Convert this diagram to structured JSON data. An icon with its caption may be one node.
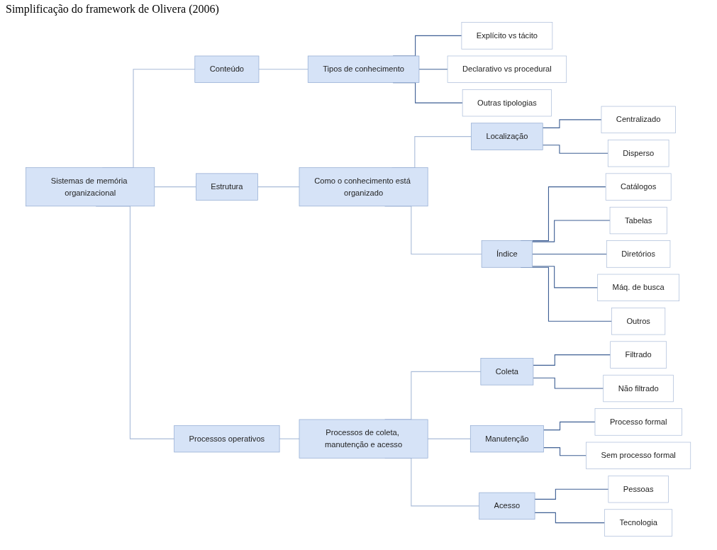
{
  "diagram": {
    "title": "Simplificação do framework de Olivera (2006)",
    "nodes": [
      {
        "text": [
          "Sistemas de memória organizacional"
        ]
      },
      {
        "text": [
          "Conteúdo"
        ]
      },
      {
        "text": [
          "Estrutura"
        ]
      },
      {
        "text": [
          "Processos operativos"
        ]
      },
      {
        "text": [
          "Tipos de conhecimento"
        ]
      },
      {
        "text": [
          "Explícito vs tácito"
        ]
      },
      {
        "text": [
          "Declarativo vs procedural"
        ]
      },
      {
        "text": [
          "Outras tipologias"
        ]
      },
      {
        "text": [
          "Como o conhecimento está organizado"
        ]
      },
      {
        "text": [
          "Localização"
        ]
      },
      {
        "text": [
          "Centralizado"
        ]
      },
      {
        "text": [
          "Disperso"
        ]
      },
      {
        "text": [
          "Índice"
        ]
      },
      {
        "text": [
          "Catálogos"
        ]
      },
      {
        "text": [
          "Tabelas"
        ]
      },
      {
        "text": [
          "Diretórios"
        ]
      },
      {
        "text": [
          "Máq. de busca"
        ]
      },
      {
        "text": [
          "Outros"
        ]
      },
      {
        "text": [
          "Processos de coleta, manutenção e acesso"
        ]
      },
      {
        "text": [
          "Coleta"
        ]
      },
      {
        "text": [
          "Filtrado"
        ]
      },
      {
        "text": [
          "Não filtrado"
        ]
      },
      {
        "text": [
          "Manutenção"
        ]
      },
      {
        "text": [
          "Processo formal"
        ]
      },
      {
        "text": [
          "Sem processo formal"
        ]
      },
      {
        "text": [
          "Acesso"
        ]
      },
      {
        "text": [
          "Pessoas"
        ]
      },
      {
        "text": [
          "Tecnologia"
        ]
      }
    ],
    "edges": [
      {
        "from": 0,
        "to": 1,
        "arrow": "none",
        "color": "#a9bbd8"
      },
      {
        "from": 0,
        "to": 2,
        "arrow": "none",
        "color": "#a9bbd8"
      },
      {
        "from": 0,
        "to": 3,
        "arrow": "none",
        "color": "#a9bbd8"
      },
      {
        "from": 1,
        "to": 4,
        "arrow": "none",
        "color": "#a9bbd8"
      },
      {
        "from": 4,
        "to": 5,
        "arrow": "none"
      },
      {
        "from": 4,
        "to": 6,
        "arrow": "none"
      },
      {
        "from": 4,
        "to": 7,
        "arrow": "none"
      },
      {
        "from": 2,
        "to": 8,
        "arrow": "none",
        "color": "#a9bbd8"
      },
      {
        "from": 8,
        "to": 9,
        "arrow": "none",
        "color": "#a9bbd8"
      },
      {
        "from": 9,
        "to": 10,
        "arrow": "none"
      },
      {
        "from": 9,
        "to": 11,
        "arrow": "none"
      },
      {
        "from": 8,
        "to": 12,
        "arrow": "none",
        "color": "#a9bbd8"
      },
      {
        "from": 12,
        "to": 13,
        "arrow": "none"
      },
      {
        "from": 12,
        "to": 14,
        "arrow": "none"
      },
      {
        "from": 12,
        "to": 15,
        "arrow": "none"
      },
      {
        "from": 12,
        "to": 16,
        "arrow": "none"
      },
      {
        "from": 12,
        "to": 17,
        "arrow": "none"
      },
      {
        "from": 3,
        "to": 18,
        "arrow": "none",
        "color": "#a9bbd8"
      },
      {
        "from": 18,
        "to": 19,
        "arrow": "none",
        "color": "#a9bbd8"
      },
      {
        "from": 19,
        "to": 20,
        "arrow": "none"
      },
      {
        "from": 19,
        "to": 21,
        "arrow": "none"
      },
      {
        "from": 18,
        "to": 22,
        "arrow": "none",
        "color": "#a9bbd8"
      },
      {
        "from": 22,
        "to": 23,
        "arrow": "none"
      },
      {
        "from": 22,
        "to": 24,
        "arrow": "none"
      },
      {
        "from": 18,
        "to": 25,
        "arrow": "none",
        "color": "#a9bbd8"
      },
      {
        "from": 25,
        "to": 26,
        "arrow": "none"
      },
      {
        "from": 25,
        "to": 27,
        "arrow": "none"
      }
    ]
  }
}
